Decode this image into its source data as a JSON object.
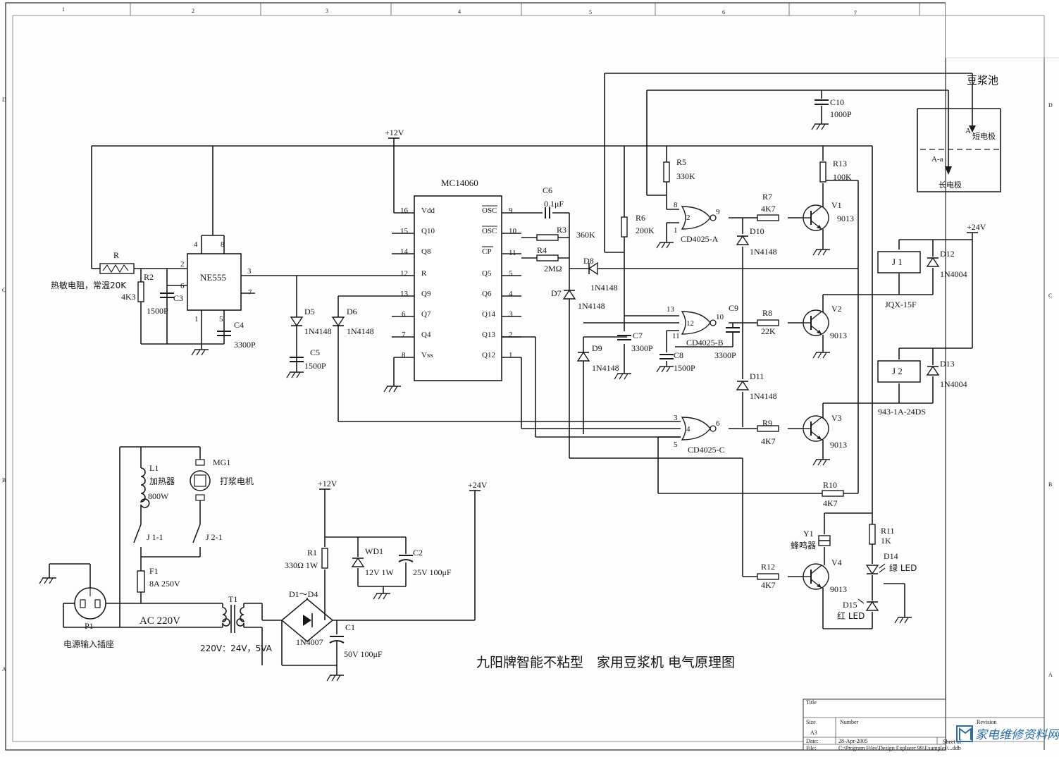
{
  "border": {
    "columns": [
      "1",
      "2",
      "3",
      "4",
      "5",
      "6",
      "7"
    ],
    "rows": [
      "D",
      "C",
      "B",
      "A"
    ]
  },
  "pool": {
    "title": "豆浆池",
    "short": "短电极",
    "long": "长电极",
    "a_top": "A",
    "a_mid": "A-a"
  },
  "rails": {
    "v12": "+12V",
    "v24": "+24V",
    "v12b": "+12V",
    "v24b": "+24V"
  },
  "ic": {
    "name": "MC14060",
    "left_pins": [
      {
        "num": "16",
        "name": "Vdd"
      },
      {
        "num": "15",
        "name": "Q10"
      },
      {
        "num": "14",
        "name": "Q8"
      },
      {
        "num": "12",
        "name": "R"
      },
      {
        "num": "13",
        "name": "Q9"
      },
      {
        "num": "6",
        "name": "Q7"
      },
      {
        "num": "7",
        "name": "Q4"
      },
      {
        "num": "8",
        "name": "Vss"
      }
    ],
    "right_pins": [
      {
        "num": "9",
        "name": "OSC"
      },
      {
        "num": "10",
        "name": "OSC"
      },
      {
        "num": "11",
        "name": "CP"
      },
      {
        "num": "5",
        "name": "Q5"
      },
      {
        "num": "4",
        "name": "Q6"
      },
      {
        "num": "3",
        "name": "Q14"
      },
      {
        "num": "2",
        "name": "Q13"
      },
      {
        "num": "1",
        "name": "Q12"
      }
    ]
  },
  "ne555": {
    "name": "NE555",
    "pins": [
      "4",
      "8",
      "2",
      "6",
      "3",
      "7",
      "1",
      "5"
    ]
  },
  "parts": {
    "R": "R",
    "thermistor": "热敏电阻，常温20K",
    "R2": "R2",
    "R2v": "4K3",
    "C3": "C3",
    "C3v": "1500P",
    "C4": "C4",
    "C4v": "3300P",
    "D5": "D5",
    "D5v": "1N4148",
    "D6": "D6",
    "D6v": "1N4148",
    "C5": "C5",
    "C5v": "1500P",
    "C6": "C6",
    "C6v": "0.1μF",
    "R3": "R3",
    "R3v": "360K",
    "R4": "R4",
    "R4v": "2MΩ",
    "D7": "D7",
    "D7v": "1N4148",
    "D8": "D8",
    "D8v": "1N4148",
    "D9": "D9",
    "D9v": "1N4148",
    "R5": "R5",
    "R5v": "330K",
    "R6": "R6",
    "R6v": "200K",
    "C7": "C7",
    "C7v": "3300P",
    "C8": "C8",
    "C8v": "1500P",
    "C9": "C9",
    "C9v": "3300P",
    "C10": "C10",
    "C10v": "1000P",
    "R13": "R13",
    "R13v": "100K",
    "R7": "R7",
    "R7v": "4K7",
    "R8": "R8",
    "R8v": "22K",
    "R9": "R9",
    "R9v": "4K7",
    "R10": "R10",
    "R10v": "4K7",
    "R11": "R11",
    "R11v": "1K",
    "R12": "R12",
    "R12v": "4K7",
    "D10": "D10",
    "D10v": "1N4148",
    "D11": "D11",
    "D11v": "1N4148",
    "D12": "D12",
    "D12v": "1N4004",
    "D13": "D13",
    "D13v": "1N4004",
    "J1": "J 1",
    "J1v": "JQX-15F",
    "J2": "J 2",
    "J2v": "943-1A-24DS",
    "V1": "V1",
    "V2": "V2",
    "V3": "V3",
    "V4": "V4",
    "Vv": "9013",
    "gateA": "CD4025-A",
    "gateB": "CD4025-B",
    "gateC": "CD4025-C",
    "Y1": "Y1",
    "Y1v": "蜂鸣器",
    "D14": "D14",
    "D14v": "绿 LED",
    "D15": "D15",
    "D15v": "红 LED",
    "L1": "L1",
    "L1a": "加热器",
    "L1v": "800W",
    "MG1": "MG1",
    "MG1v": "打浆电机",
    "J11": "J 1-1",
    "J21": "J 2-1",
    "F1": "F1",
    "F1v": "8A 250V",
    "P1": "P1",
    "P1v": "电源输入插座",
    "AC": "AC 220V",
    "T1": "T1",
    "T1v": "220V：24V，5VA",
    "D1D4": "D1～D4",
    "D1D4v": "1N4007",
    "C1": "C1",
    "C1v": "50V 100μF",
    "R1": "R1",
    "R1v": "330Ω 1W",
    "WD1": "WD1",
    "WD1v": "12V 1W",
    "C2": "C2",
    "C2v": "25V 100μF"
  },
  "gate_pins": {
    "a": [
      "8",
      "2",
      "1",
      "9"
    ],
    "b": [
      "13",
      "12",
      "11",
      "10"
    ],
    "c": [
      "3",
      "4",
      "5",
      "6"
    ]
  },
  "title_text": "九阳牌智能不粘型　家用豆浆机 电气原理图",
  "title_block": {
    "title": "Title",
    "size": "Size",
    "size_v": "A3",
    "number": "Number",
    "revision": "Revision",
    "date": "Date:",
    "date_v": "28-Apr-2005",
    "file": "File:",
    "file_v": "C:\\Program Files\\Design Explorer 99\\Examples\\...ddb",
    "sheet": "Sheet of"
  },
  "watermark": "家电维修资料网"
}
